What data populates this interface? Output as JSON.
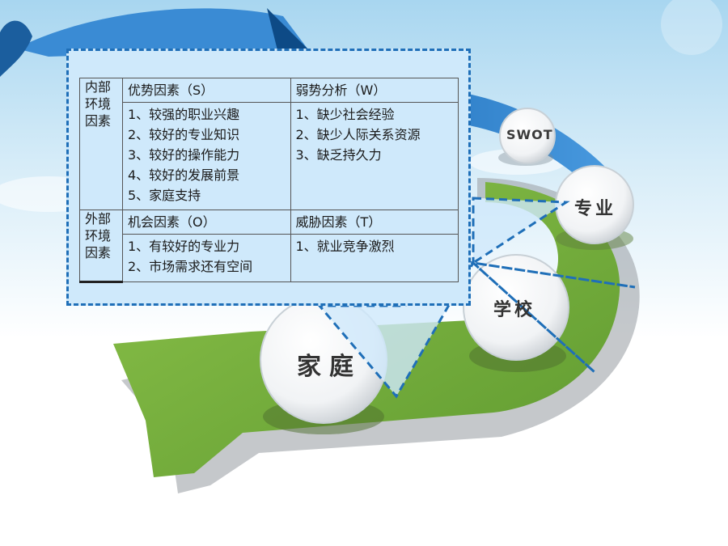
{
  "diagram": {
    "circles": {
      "swot": "SWOT",
      "major": "专业",
      "school": "学校",
      "family": "家庭"
    },
    "colors": {
      "arrow_blue": "#2f7fc8",
      "arrow_green": "#6ea83a",
      "callout_fill": "#cfe9fb",
      "callout_border": "#1f6fb8"
    }
  },
  "table": {
    "internal_label": "内部环境因素",
    "external_label": "外部环境因素",
    "strengths": {
      "header": "优势因素（S）",
      "items": [
        "1、较强的职业兴趣",
        "2、较好的专业知识",
        "3、较好的操作能力",
        "4、较好的发展前景",
        "5、家庭支持"
      ]
    },
    "weaknesses": {
      "header": "弱势分析（W）",
      "items": [
        "1、缺少社会经验",
        "2、缺少人际关系资源",
        "3、缺乏持久力"
      ]
    },
    "opportunities": {
      "header": "机会因素（O）",
      "items": [
        "1、有较好的专业力",
        "2、市场需求还有空间"
      ]
    },
    "threats": {
      "header": "威胁因素（T）",
      "items": [
        "1、就业竞争激烈"
      ]
    }
  }
}
